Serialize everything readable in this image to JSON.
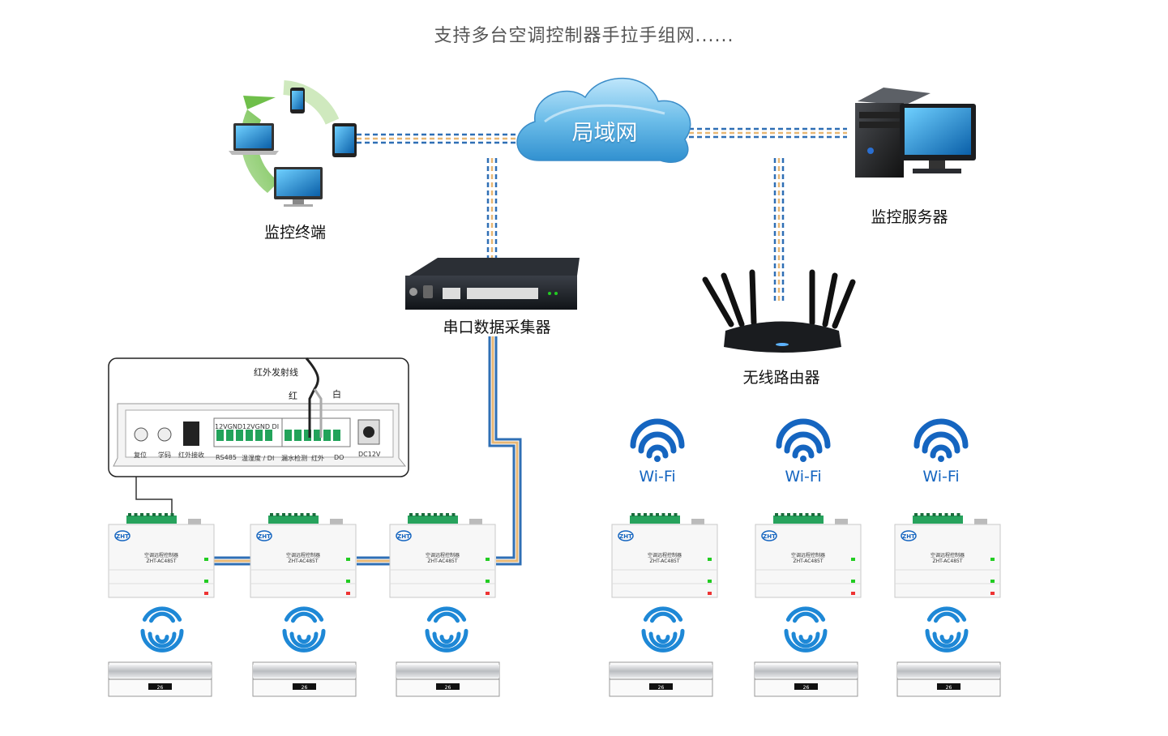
{
  "title": "支持多台空调控制器手拉手组网......",
  "cloud": {
    "label": "局域网"
  },
  "nodes": {
    "terminal": "监控终端",
    "server": "监控服务器",
    "collector": "串口数据采集器",
    "router": "无线路由器"
  },
  "wifi": [
    "Wi-Fi",
    "Wi-Fi",
    "Wi-Fi"
  ],
  "ir_panel": {
    "wire_label": "红外发射线",
    "red": "红",
    "white": "白",
    "labels": {
      "reset": "复位",
      "learn": "学码",
      "ir_recv": "红外接收",
      "rs485": "RS485",
      "temp_hum": "温湿度 / DI",
      "leak": "漏水检测",
      "ir": "红外",
      "do": "DO",
      "dc": "DC12V",
      "pins": "12VGND12VGND DI"
    }
  },
  "controller": {
    "name": "空调远程控制器",
    "model": "ZHT-AC485T",
    "logo": "ZHT"
  },
  "ac_display": "26",
  "colors": {
    "cable_blue": "#2f6fb5",
    "cable_orange": "#e8b774",
    "wifi_blue": "#1565c0",
    "cloud": "#5fb3e6"
  }
}
